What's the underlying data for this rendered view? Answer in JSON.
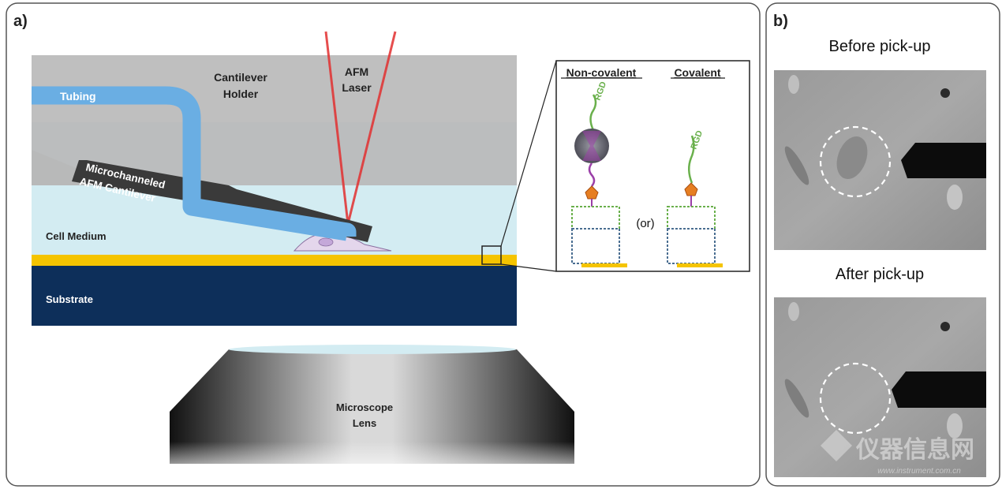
{
  "panel_a": {
    "label": "a)",
    "holder": [
      "Cantilever",
      "Holder"
    ],
    "laser": [
      "AFM",
      "Laser"
    ],
    "tubing": "Tubing",
    "cantilever": [
      "Microchanneled",
      "AFM Cantilever"
    ],
    "medium": "Cell Medium",
    "substrate": "Substrate",
    "lens": [
      "Microscope",
      "Lens"
    ],
    "inset": {
      "noncovalent": "Non-covalent",
      "covalent": "Covalent",
      "rgd": "RGD",
      "or": "(or)"
    }
  },
  "panel_b": {
    "label": "b)",
    "before": "Before pick-up",
    "after": "After pick-up"
  },
  "watermark": {
    "brand": "仪器信息网",
    "url": "www.instrument.com.cn"
  },
  "colors": {
    "medium": "#d3ecf2",
    "holder": "#b8b8b8",
    "tubing": "#6aaee3",
    "substrate": "#0d2f5a",
    "gold": "#f5c400",
    "laser": "#e23030",
    "peptide": "#6ab04c",
    "linker": "#9b3fa8",
    "monolayer": "#4a6e91"
  }
}
